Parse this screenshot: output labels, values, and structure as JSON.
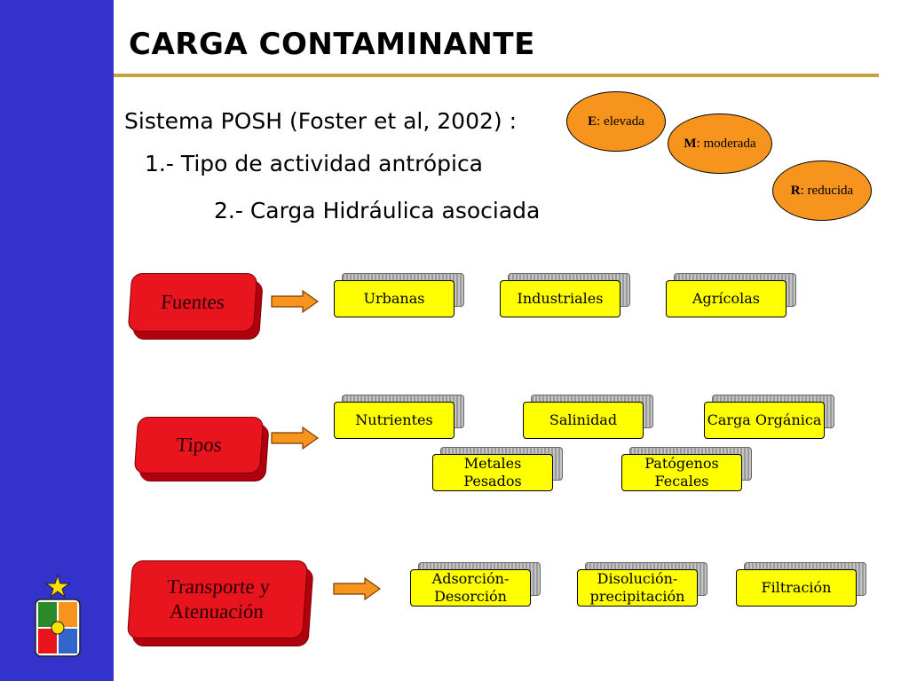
{
  "title": "CARGA CONTAMINANTE",
  "lines": {
    "posh": "Sistema POSH (Foster et al, 2002) :",
    "item1": "1.- Tipo de actividad antrópica",
    "item2": "2.- Carga Hidráulica asociada"
  },
  "levels": [
    {
      "letter": "E",
      "text": ": elevada"
    },
    {
      "letter": "M",
      "text": ": moderada"
    },
    {
      "letter": "R",
      "text": ": reducida"
    }
  ],
  "sections": {
    "fuentes": {
      "label": "Fuentes",
      "items": [
        "Urbanas",
        "Industriales",
        "Agrícolas"
      ]
    },
    "tipos": {
      "label": "Tipos",
      "items": [
        "Nutrientes",
        "Salinidad",
        "Carga Orgánica",
        "Metales Pesados",
        "Patógenos Fecales"
      ]
    },
    "transporte": {
      "label": "Transporte y Atenuación",
      "items": [
        "Adsorción- Desorción",
        "Disolución- precipitación",
        "Filtración"
      ]
    }
  },
  "colors": {
    "sidebar": "#3333cc",
    "accent_rule": "#c9a23a",
    "oval": "#f7941d",
    "category": "#e8141e",
    "item": "#ffff00"
  }
}
